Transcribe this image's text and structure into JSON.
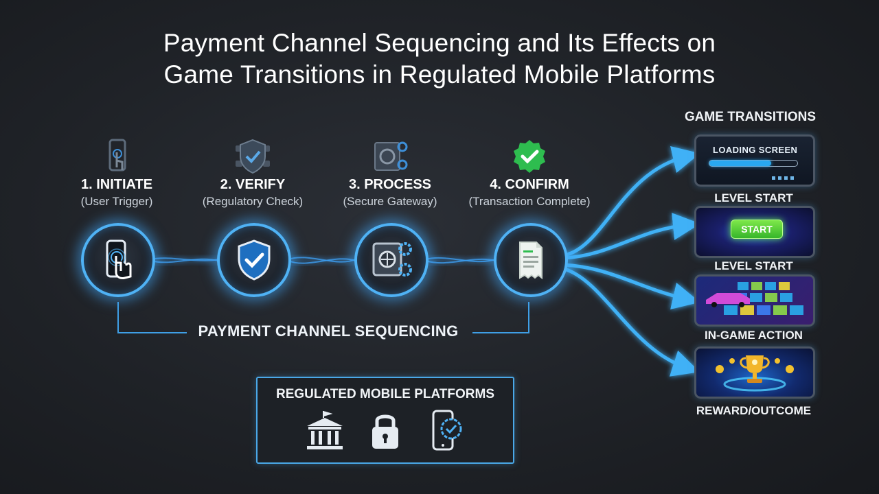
{
  "title_lines": [
    "Payment Channel Sequencing and Its Effects on",
    "Game Transitions in Regulated Mobile Platforms"
  ],
  "steps": [
    {
      "label": "1. INITIATE",
      "sub": "(User Trigger)",
      "icon": "tap-phone-icon"
    },
    {
      "label": "2. VERIFY",
      "sub": "(Regulatory Check)",
      "icon": "shield-check-icon"
    },
    {
      "label": "3. PROCESS",
      "sub": "(Secure Gateway)",
      "icon": "vault-gear-icon"
    },
    {
      "label": "4. CONFIRM",
      "sub": "(Transaction Complete)",
      "icon": "check-badge-icon"
    }
  ],
  "sequence_label": "PAYMENT CHANNEL SEQUENCING",
  "platforms": {
    "title": "REGULATED MOBILE PLATFORMS",
    "icons": [
      "bank-icon",
      "padlock-icon",
      "verified-phone-icon"
    ]
  },
  "game_transitions": {
    "title": "GAME TRANSITIONS",
    "loading_text": "LOADING SCREEN",
    "loading_progress": 0.7,
    "start_button": "START",
    "labels": [
      "LEVEL START",
      "LEVEL START",
      "IN-GAME ACTION",
      "REWARD/OUTCOME"
    ]
  },
  "colors": {
    "accent": "#4fb2f5",
    "glow": "#1e90ff",
    "success": "#2ebd4f"
  }
}
